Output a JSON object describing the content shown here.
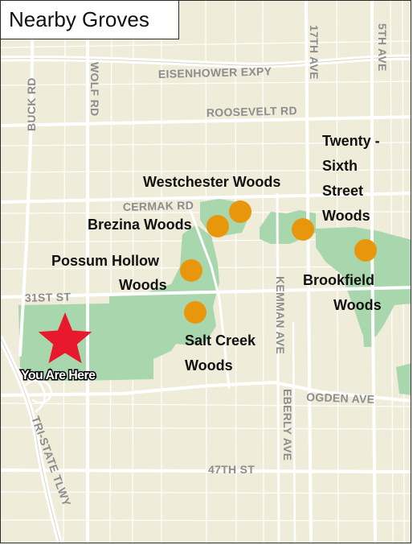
{
  "title": "Nearby Groves",
  "colors": {
    "land": "#efecd9",
    "preserve": "#a9d7ad",
    "road": "#ffffff",
    "highway": "#f2f2f2",
    "marker": "#e8960c",
    "star": "#e8192c",
    "road_label": "#8d8d8d"
  },
  "roads": {
    "buck": "BUCK RD",
    "wolf": "WOLF RD",
    "eisenhower": "EISENHOWER EXPY",
    "roosevelt": "ROOSEVELT RD",
    "seventeenth": "17TH AVE",
    "fifth": "5TH AVE",
    "cermak": "CERMAK RD",
    "thirtyfirst": "31ST ST",
    "kemman": "KEMMAN AVE",
    "eberly": "EBERLY AVE",
    "ogden": "OGDEN AVE",
    "fortyseventh": "47TH ST",
    "tristate": "TRI-STATE TLWY"
  },
  "sites": {
    "westchester": "Westchester Woods",
    "brezina": "Brezina Woods",
    "possum_1": "Possum Hollow",
    "possum_2": "Woods",
    "salt_1": "Salt Creek",
    "salt_2": "Woods",
    "twenty_1": "Twenty -",
    "twenty_2": "Sixth",
    "twenty_3": "Street",
    "twenty_4": "Woods",
    "brook_1": "Brookfield",
    "brook_2": "Woods"
  },
  "you_are_here": "You Are Here"
}
